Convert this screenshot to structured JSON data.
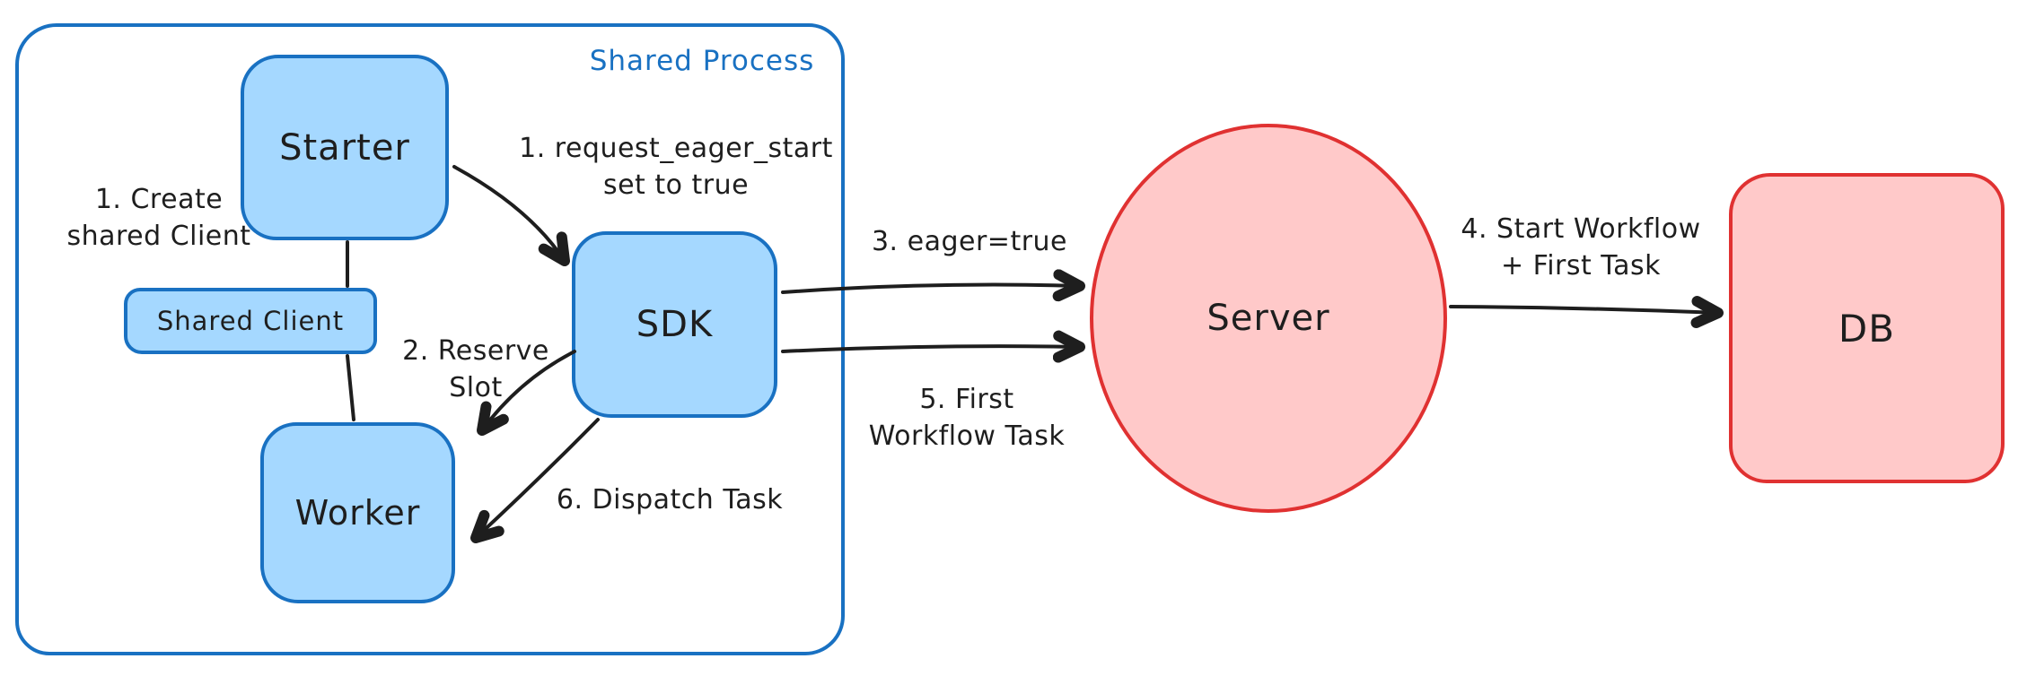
{
  "diagram": {
    "container": {
      "label": "Shared Process"
    },
    "nodes": {
      "starter": {
        "label": "Starter"
      },
      "shared_client": {
        "label": "Shared Client"
      },
      "worker": {
        "label": "Worker"
      },
      "sdk": {
        "label": "SDK"
      },
      "server": {
        "label": "Server"
      },
      "db": {
        "label": "DB"
      }
    },
    "labels": {
      "create_shared_client": {
        "line1": "1. Create",
        "line2": "shared Client"
      },
      "request_eager_start": {
        "line1": "1. request_eager_start",
        "line2": "set to true"
      },
      "reserve_slot": {
        "line1": "2. Reserve",
        "line2": "Slot"
      },
      "eager_true": {
        "text": "3. eager=true"
      },
      "start_workflow": {
        "line1": "4. Start Workflow",
        "line2": "+ First Task"
      },
      "first_workflow_task": {
        "line1": "5. First",
        "line2": "Workflow Task"
      },
      "dispatch_task": {
        "text": "6. Dispatch Task"
      }
    },
    "colors": {
      "blue_stroke": "#1971c2",
      "blue_fill": "#a5d8ff",
      "red_stroke": "#e03131",
      "red_fill": "#ffc9c9",
      "ink": "#1e1e1e",
      "background": "#ffffff"
    }
  }
}
